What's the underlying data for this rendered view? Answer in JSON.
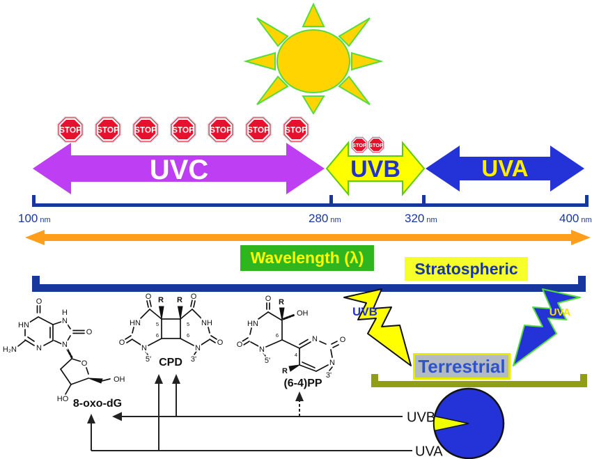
{
  "stop_label": "STOP",
  "bands": {
    "uvc": "UVC",
    "uvb": "UVB",
    "uva": "UVA"
  },
  "scale": {
    "ticks": [
      {
        "value": "100",
        "unit": "nm"
      },
      {
        "value": "280",
        "unit": "nm"
      },
      {
        "value": "320",
        "unit": "nm"
      },
      {
        "value": "400",
        "unit": "nm"
      }
    ]
  },
  "wavelength_box": "Wavelength (λ)",
  "stratospheric_box": "Stratospheric",
  "terrestrial_box": "Terrestrial",
  "bolts": {
    "uvb": "UVB",
    "uva": "UVA"
  },
  "pie": {
    "uvb_label": "UVB",
    "uva_label": "UVA"
  },
  "chem": {
    "oxo_dg": {
      "name": "8-oxo-dG",
      "o_top": "O",
      "hn": "HN",
      "h2n": "H₂N",
      "n3": "N",
      "n7_h": "H",
      "n7": "N",
      "o8": "O",
      "n9": "N",
      "ring_o": "O",
      "oh": "OH",
      "ho": "HO"
    },
    "cpd": {
      "name": "CPD",
      "o_left_top": "O",
      "r1": "R",
      "r2": "R",
      "o_right_top": "O",
      "hn": "HN",
      "nh": "NH",
      "o_left": "O",
      "o_right": "O",
      "n_left": "N",
      "n_right": "N",
      "p5": "5'",
      "p3": "3'",
      "c5a": "5",
      "c5b": "5",
      "c6a": "6",
      "c6b": "6"
    },
    "pp64": {
      "name": "(6-4)PP",
      "o_top": "O",
      "r_top": "R",
      "oh": "OH",
      "hn": "HN",
      "o_left": "O",
      "n1": "N",
      "p5": "5'",
      "c6": "6",
      "c4": "4",
      "n3": "N",
      "o_right": "O",
      "n1r": "N",
      "p3": "3'",
      "r_bot": "R"
    }
  },
  "colors": {
    "uvc_arrow": "#BE3FF3",
    "uvb_arrow": "#FFFF00",
    "uvb_outline": "#5ACC00",
    "uva_arrow": "#2433D8",
    "navy": "#17379E",
    "orange": "#FF9E1B",
    "green_box": "#2FB61E",
    "yellow_box": "#F6FF2A",
    "terrestrial_gray": "#B4BAC1",
    "olive_bracket": "#8F9E16",
    "stop_red": "#E8112D",
    "sun_yellow": "#FFD400",
    "sun_outline": "#55DC3C",
    "pie_blue": "#2433D8",
    "pie_yellow": "#F0FF00"
  },
  "chart_data": {
    "type": "pie",
    "labels": [
      "UVA",
      "UVB"
    ],
    "values": [
      95,
      5
    ],
    "colors": [
      "#2433D8",
      "#F0FF00"
    ],
    "title": "",
    "legend_position": "left"
  }
}
